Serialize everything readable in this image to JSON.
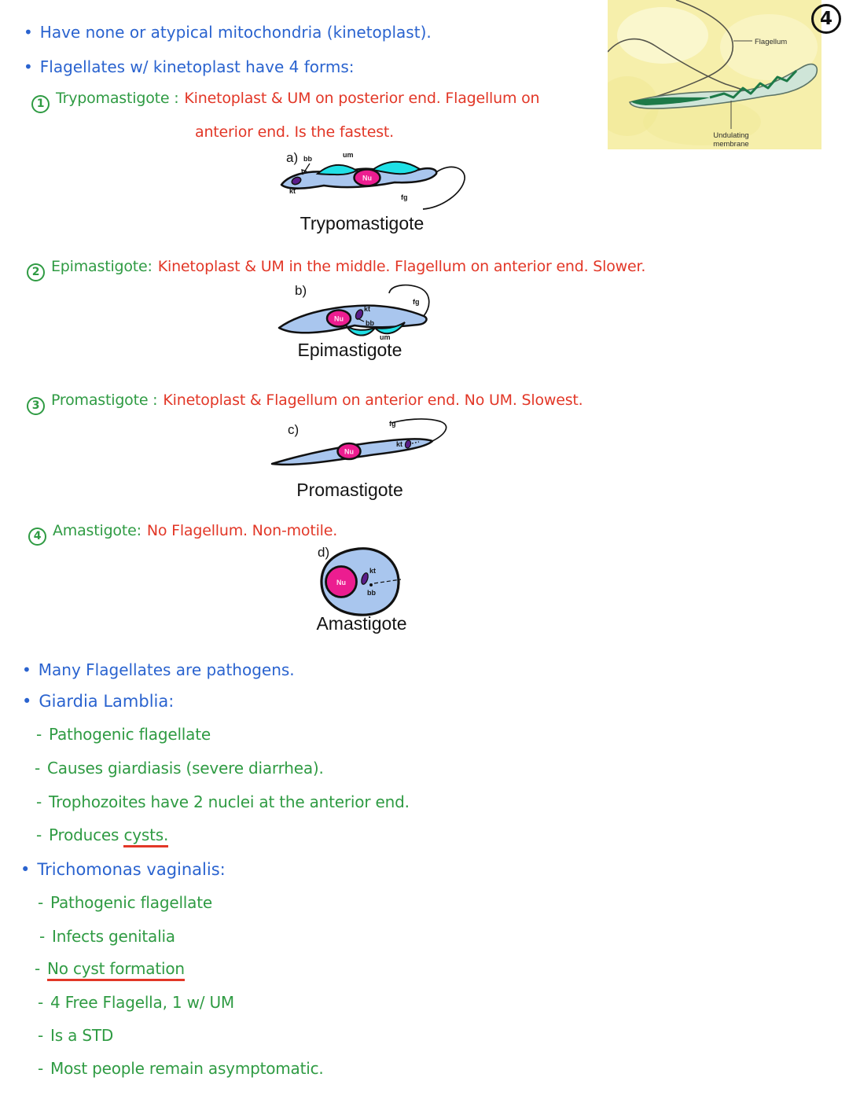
{
  "page_number": "4",
  "glyphs": {
    "bullet": "•",
    "dash": "-"
  },
  "colors": {
    "blue": "#2a63cf",
    "green": "#2f9b43",
    "red": "#e23727",
    "cell_blue": "#a9c6ee",
    "um_cyan": "#1fe0e6",
    "nu_pink": "#ec1d90",
    "kt_purple": "#5c1d8b",
    "fig_bg": "#f6efab",
    "fig_cell": "#cfe5d8",
    "fig_stripe": "#1d7a48"
  },
  "intro": [
    "Have none or atypical mitochondria (kinetoplast).",
    "Flagellates w/ kinetoplast have 4 forms:"
  ],
  "top_figure": {
    "flagellum_label": "Flagellum",
    "membrane_label_line1": "Undulating",
    "membrane_label_line2": "membrane"
  },
  "diagram_labels": {
    "nu": "Nu",
    "kt": "kt",
    "bb": "bb",
    "um": "um",
    "fg": "fg"
  },
  "forms": [
    {
      "num": "1",
      "letter": "a)",
      "name": "Trypomastigote :",
      "desc": "Kinetoplast & UM on posterior end. Flagellum on",
      "desc2": "anterior end. Is the fastest.",
      "caption": "Trypomastigote"
    },
    {
      "num": "2",
      "letter": "b)",
      "name": "Epimastigote:",
      "desc": "Kinetoplast & UM in the middle. Flagellum on anterior end. Slower.",
      "caption": "Epimastigote"
    },
    {
      "num": "3",
      "letter": "c)",
      "name": "Promastigote :",
      "desc": "Kinetoplast & Flagellum on anterior end. No UM. Slowest.",
      "caption": "Promastigote"
    },
    {
      "num": "4",
      "letter": "d)",
      "name": "Amastigote:",
      "desc": "No Flagellum. Non-motile.",
      "caption": "Amastigote"
    }
  ],
  "pathogens_note": "Many Flagellates are pathogens.",
  "giardia": {
    "title": "Giardia Lamblia:",
    "item1": "Pathogenic flagellate",
    "item2": "Causes giardiasis (severe diarrhea).",
    "item3": "Trophozoites have 2 nuclei at the anterior end.",
    "item4_pre": "Produces",
    "item4_underlined": "cysts."
  },
  "trichomonas": {
    "title": "Trichomonas vaginalis:",
    "item1": "Pathogenic flagellate",
    "item2": "Infects genitalia",
    "item3_underlined": "No cyst formation",
    "item4": "4 Free Flagella, 1 w/ UM",
    "item5": "Is a STD",
    "item6": "Most people remain asymptomatic."
  }
}
